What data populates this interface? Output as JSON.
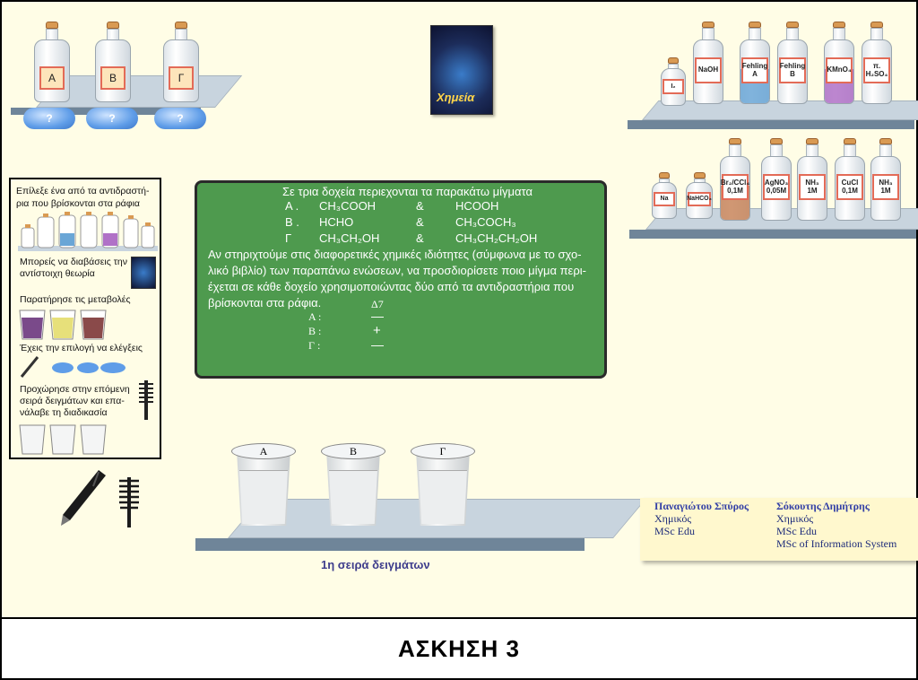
{
  "footer": {
    "title": "ΑΣΚΗΣΗ 3"
  },
  "left_shelf": {
    "bottles": [
      {
        "label": "Α"
      },
      {
        "label": "Β"
      },
      {
        "label": "Γ"
      }
    ],
    "buttons": [
      {
        "label": "?"
      },
      {
        "label": "?"
      },
      {
        "label": "?"
      }
    ]
  },
  "book": {
    "title": "Χημεία"
  },
  "reagents_top": [
    {
      "label": "I₂"
    },
    {
      "label": "NaOH"
    },
    {
      "label": "Fehling A"
    },
    {
      "label": "Fehling B"
    },
    {
      "label": "KMnO₄"
    },
    {
      "label": "π. H₂SO₄"
    }
  ],
  "reagents_bottom": [
    {
      "label": "Na"
    },
    {
      "label": "NaHCO₃"
    },
    {
      "label": "Br₂/CCl₄ 0,1M"
    },
    {
      "label": "AgNO₃ 0,05M"
    },
    {
      "label": "NH₃ 1M"
    },
    {
      "label": "CuCl 0,1M"
    },
    {
      "label": "NH₃ 1M"
    }
  ],
  "instructions": {
    "step1": "Επίλεξε ένα από τα αντιδραστή-ρια που βρίσκονται στα ράφια",
    "step2": "Μπορείς να διαβάσεις την αντίστοιχη θεωρία",
    "step3": "Παρατήρησε τις  μεταβολές",
    "step4": "Έχεις την επιλογή να ελέγξεις",
    "step5": "Προχώρησε  στην επόμενη σειρά δειγμάτων και επα-νάλαβε τη διαδικασία"
  },
  "board": {
    "heading": "Σε τρια δοχεία περιεχονται τα παρακάτω μίγματα",
    "mixtures": [
      {
        "id": "Α .",
        "a": "CH₃COOH",
        "amp": "&",
        "b": "HCOOH"
      },
      {
        "id": "Β .",
        "a": "HCHO",
        "amp": "&",
        "b": "CH₃COCH₃"
      },
      {
        "id": "Γ",
        "a": "CH₃CH₂OH",
        "amp": "&",
        "b": "CH₃CH₂CH₂OH"
      }
    ],
    "question_lines": [
      "Αν στηριχτούμε στις διαφορετικές χημικές ιδιότητες (σύμφωνα με το σχο-",
      "λικό βιβλίο) των παραπάνω ενώσεων, να προσδιορίσετε ποιο μίγμα περι-",
      "έχεται σε κάθε δοχείο χρησιμοποιώντας δύο από τα αντιδραστήρια που",
      "βρίσκονται στα ράφια."
    ],
    "results_header": "Δ7",
    "results": [
      {
        "id": "Α :",
        "mark": "—"
      },
      {
        "id": "Β :",
        "mark": "+"
      },
      {
        "id": "Γ :",
        "mark": "—"
      }
    ]
  },
  "cups": [
    {
      "label": "Α"
    },
    {
      "label": "Β"
    },
    {
      "label": "Γ"
    }
  ],
  "caption": "1η σειρά δειγμάτων",
  "credits": {
    "author1": {
      "name": "Παναγιώτου Σπύρος",
      "role": "Χημικός",
      "degree": "MSc Edu"
    },
    "author2": {
      "name": "Σόκουτης Δημήτρης",
      "role": "Χημικός",
      "degree": "MSc Edu",
      "degree2": "MSc of Information System"
    }
  }
}
